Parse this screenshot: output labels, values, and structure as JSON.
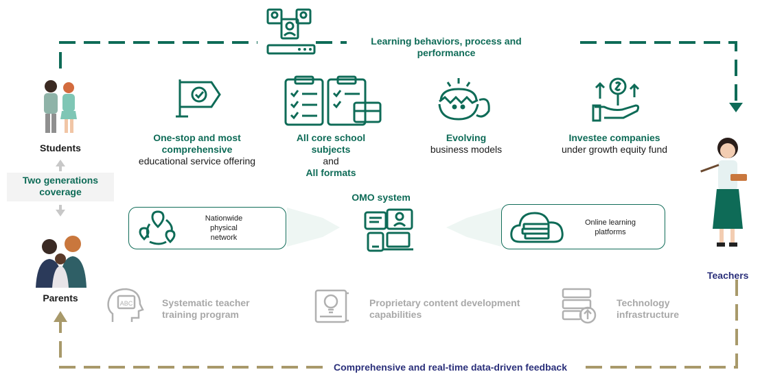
{
  "top_loop_label": "Learning behaviors, process and performance",
  "bottom_loop_label": "Comprehensive and real-time data-driven feedback",
  "left": {
    "students": "Students",
    "parents": "Parents",
    "coverage": "Two generations coverage"
  },
  "right": {
    "teachers": "Teachers"
  },
  "pillars": [
    {
      "title": "One-stop and most comprehensive",
      "sub": "educational service offering"
    },
    {
      "title": "All core school subjects",
      "mid": "and",
      "title2": "All formats"
    },
    {
      "title": "Evolving",
      "sub": "business models"
    },
    {
      "title": "Investee companies",
      "sub": "under growth equity fund"
    }
  ],
  "omo": {
    "title": "OMO system",
    "left_box": "Nationwide physical network",
    "right_box": "Online learning platforms"
  },
  "capabilities": [
    {
      "label": "Systematic teacher training program"
    },
    {
      "label": "Proprietary content development capabilities"
    },
    {
      "label": "Technology infrastructure"
    }
  ],
  "colors": {
    "teal": "#0e6b57",
    "gold": "#a8996a",
    "navy": "#2a2f7a",
    "grey": "#a8a8a8"
  },
  "icons": [
    "monitor-people-icon",
    "flag-check-icon",
    "clipboard-checklist-icon",
    "hatching-egg-icon",
    "money-growth-hand-icon",
    "network-pins-icon",
    "omo-devices-icon",
    "book-cloud-icon",
    "abc-head-icon",
    "bulb-book-icon",
    "server-upload-icon"
  ]
}
